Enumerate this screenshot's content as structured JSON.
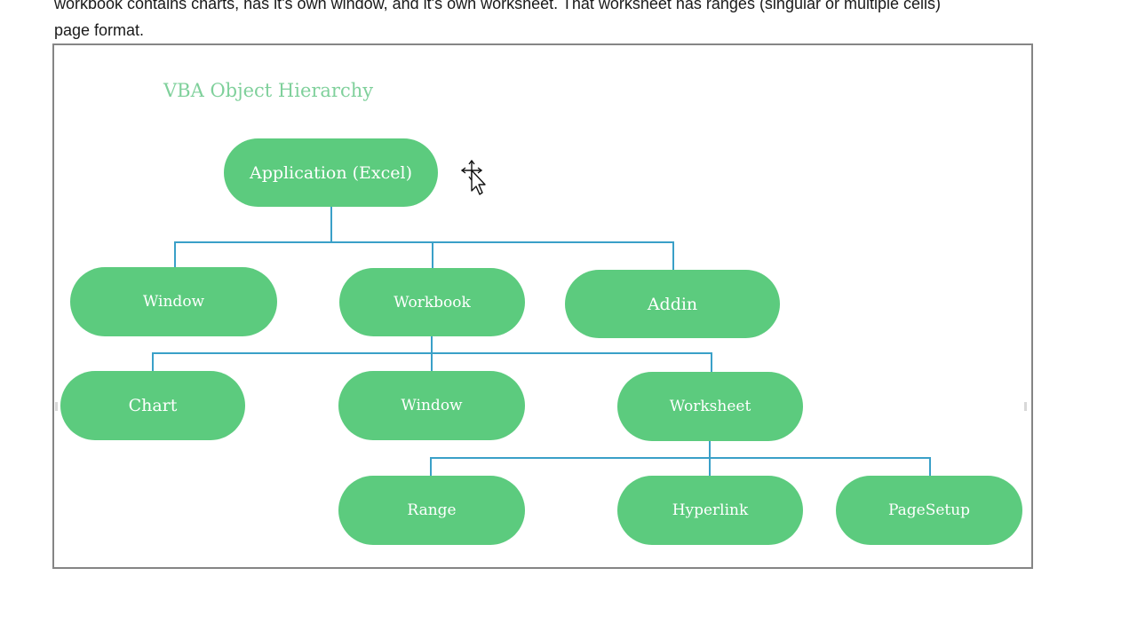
{
  "document": {
    "line1": "workbook contains charts, has it's own window, and it's own worksheet. That worksheet has ranges (singular or multiple cells)",
    "line2": "page format."
  },
  "diagram": {
    "title": "VBA Object Hierarchy",
    "nodes": {
      "application": "Application (Excel)",
      "window_top": "Window",
      "workbook": "Workbook",
      "addin": "Addin",
      "chart": "Chart",
      "window_wb": "Window",
      "worksheet": "Worksheet",
      "range": "Range",
      "hyperlink": "Hyperlink",
      "pagesetup": "PageSetup"
    },
    "edges": [
      [
        "application",
        "window_top"
      ],
      [
        "application",
        "workbook"
      ],
      [
        "application",
        "addin"
      ],
      [
        "workbook",
        "chart"
      ],
      [
        "workbook",
        "window_wb"
      ],
      [
        "workbook",
        "worksheet"
      ],
      [
        "worksheet",
        "range"
      ],
      [
        "worksheet",
        "hyperlink"
      ],
      [
        "worksheet",
        "pagesetup"
      ]
    ]
  },
  "colors": {
    "node_fill": "#5ccb7e",
    "node_text": "#ffffff",
    "connector": "#3aa0c8",
    "title": "#7fd09b",
    "frame_border": "#858585"
  },
  "icons": {
    "cursor": "move-cursor-icon"
  }
}
